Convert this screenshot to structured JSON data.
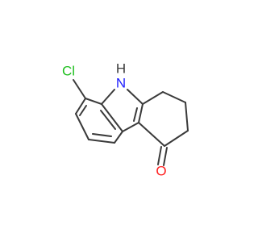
{
  "structure": {
    "atoms": {
      "chlorine": {
        "text": "Cl",
        "color": "#1fbf1f"
      },
      "nitrogen": {
        "text": "N",
        "color": "#2020ff"
      },
      "hydrogen": {
        "text": "H",
        "color": "#3a3a3a"
      },
      "oxygen": {
        "text": "O",
        "color": "#ff2020"
      }
    },
    "bond_color": "#3a3a3a",
    "background": "#ffffff"
  }
}
